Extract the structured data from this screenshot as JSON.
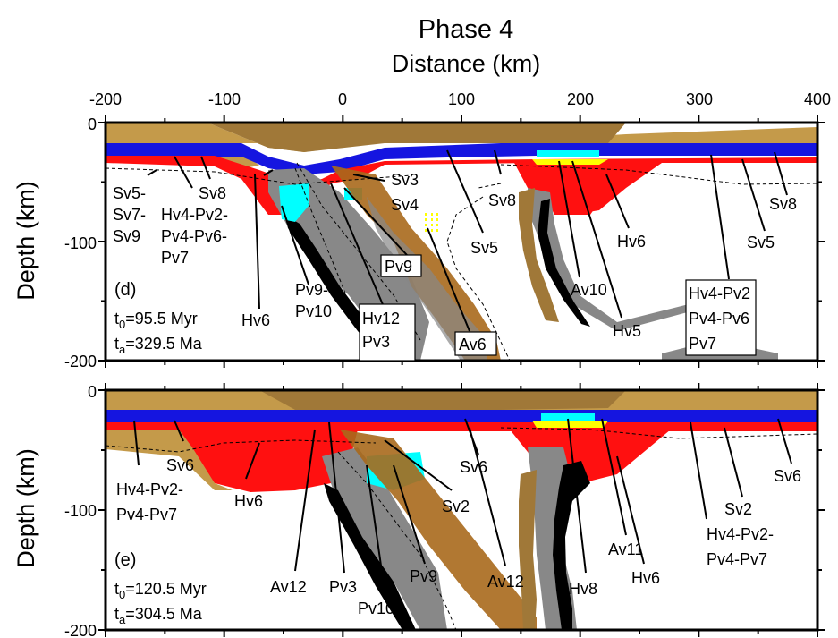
{
  "title": "Phase 4",
  "x_axis": {
    "label": "Distance (km)",
    "ticks": [
      "-200",
      "-100",
      "0",
      "100",
      "200",
      "300",
      "400"
    ],
    "range": [
      -200,
      400
    ]
  },
  "y_axis": {
    "label": "Depth (km)",
    "ticks": [
      "0",
      "-100",
      "-200"
    ],
    "range": [
      0,
      -200
    ]
  },
  "colors": {
    "sediment_tan": "#c49a4a",
    "sediment_brown": "#a07838",
    "crust_blue": "#1515e0",
    "crust_red": "#ff1010",
    "melt_yellow": "#ffff00",
    "melt_cyan": "#00ffff",
    "slab_gray": "#888888",
    "slab_black": "#000000",
    "scatter_brown": "#a8691c"
  },
  "panels": [
    {
      "id": "d",
      "tag": "(d)",
      "t0_prefix": "t",
      "t0_sub": "0",
      "t0_value": "=95.5 Myr",
      "ta_prefix": "t",
      "ta_sub": "a",
      "ta_value": "=329.5 Ma",
      "labels": {
        "sv5_sv7_sv9": [
          "Sv5-",
          "Sv7-",
          "Sv9"
        ],
        "hv4_pv7": [
          "Hv4-Pv2-",
          "Pv4-Pv6-",
          "Pv7"
        ],
        "sv8_left": "Sv8",
        "hv6_left": "Hv6",
        "pv9_pv10": [
          "Pv9-",
          "Pv10"
        ],
        "hv12_pv3": [
          "Hv12",
          "Pv3"
        ],
        "pv9_box": "Pv9",
        "sv3_sv4": [
          "Sv3",
          "Sv4"
        ],
        "av6_box": "Av6",
        "sv5_mid": "Sv5",
        "sv8_mid": "Sv8",
        "av10": "Av10",
        "hv5": "Hv5",
        "hv6_right": "Hv6",
        "hv4_pv7_box": [
          "Hv4-Pv2",
          "Pv4-Pv6",
          "Pv7"
        ],
        "sv5_right": "Sv5",
        "sv8_right": "Sv8"
      }
    },
    {
      "id": "e",
      "tag": "(e)",
      "t0_prefix": "t",
      "t0_sub": "0",
      "t0_value": "=120.5 Myr",
      "ta_prefix": "t",
      "ta_sub": "a",
      "ta_value": "=304.5 Ma",
      "labels": {
        "hv4_pv7_left": [
          "Hv4-Pv2-",
          "Pv4-Pv7"
        ],
        "sv6_left": "Sv6",
        "hv6_left": "Hv6",
        "av12_left": "Av12",
        "pv3": "Pv3",
        "pv10": "Pv10",
        "pv9": "Pv9",
        "sv2_mid": "Sv2",
        "sv6_mid": "Sv6",
        "av12_mid": "Av12",
        "hv8": "Hv8",
        "av11": "Av11",
        "hv6_right": "Hv6",
        "hv4_pv7_right": [
          "Hv4-Pv2-",
          "Pv4-Pv7"
        ],
        "sv2_right": "Sv2",
        "sv6_right": "Sv6"
      }
    }
  ]
}
